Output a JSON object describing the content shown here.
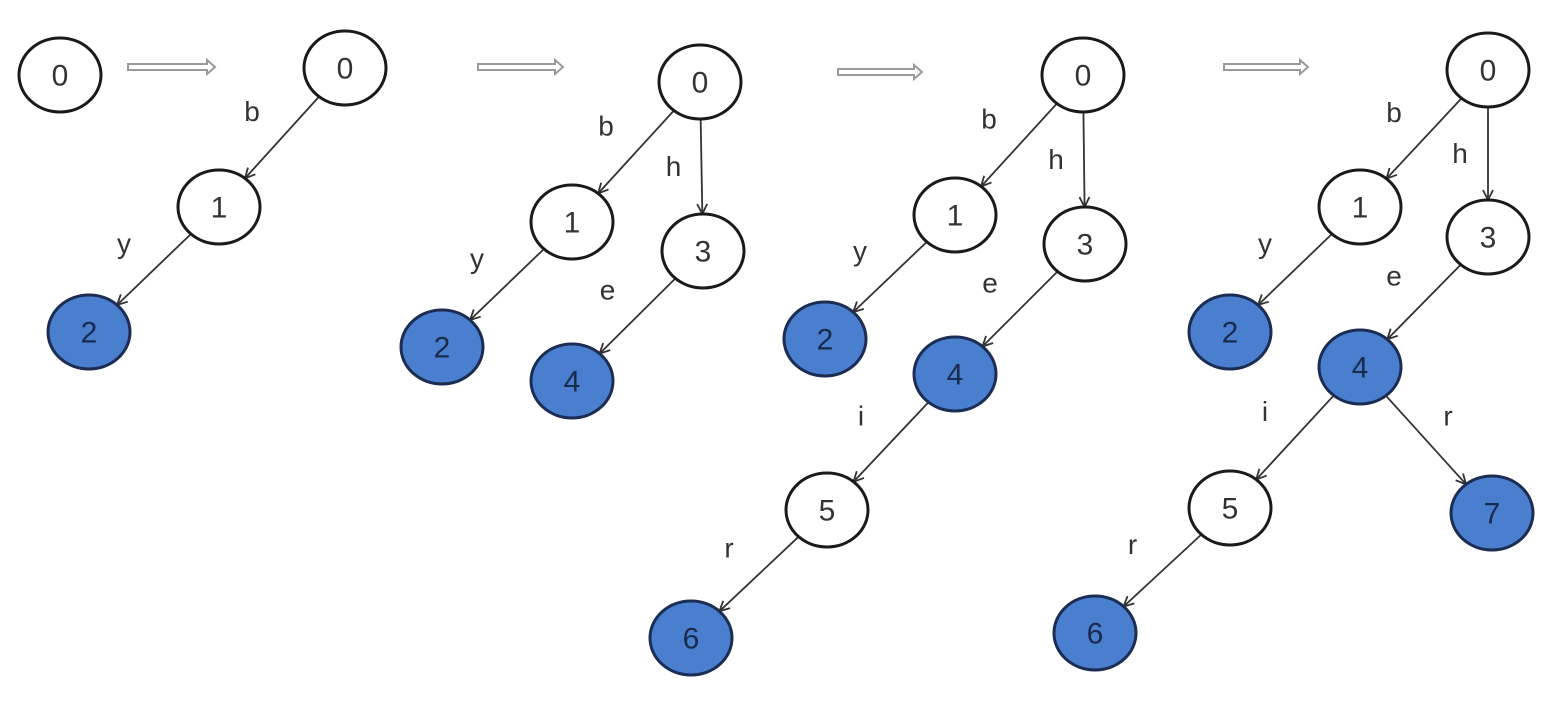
{
  "title": "Trie construction steps",
  "colors": {
    "accept_fill": "#4a7fd0",
    "accept_stroke": "#1b2d52",
    "normal_fill": "#ffffff",
    "edge": "#333333"
  },
  "step_arrow_icon": "double-line-right-arrow",
  "panels": [
    {
      "id": "step-1",
      "nodes": [
        {
          "id": "0",
          "label": "0",
          "accepting": false
        }
      ],
      "edges": []
    },
    {
      "id": "step-2",
      "nodes": [
        {
          "id": "0",
          "label": "0",
          "accepting": false
        },
        {
          "id": "1",
          "label": "1",
          "accepting": false
        },
        {
          "id": "2",
          "label": "2",
          "accepting": true
        }
      ],
      "edges": [
        {
          "from": "0",
          "to": "1",
          "label": "b"
        },
        {
          "from": "1",
          "to": "2",
          "label": "y"
        }
      ]
    },
    {
      "id": "step-3",
      "nodes": [
        {
          "id": "0",
          "label": "0",
          "accepting": false
        },
        {
          "id": "1",
          "label": "1",
          "accepting": false
        },
        {
          "id": "2",
          "label": "2",
          "accepting": true
        },
        {
          "id": "3",
          "label": "3",
          "accepting": false
        },
        {
          "id": "4",
          "label": "4",
          "accepting": true
        }
      ],
      "edges": [
        {
          "from": "0",
          "to": "1",
          "label": "b"
        },
        {
          "from": "1",
          "to": "2",
          "label": "y"
        },
        {
          "from": "0",
          "to": "3",
          "label": "h"
        },
        {
          "from": "3",
          "to": "4",
          "label": "e"
        }
      ]
    },
    {
      "id": "step-4",
      "nodes": [
        {
          "id": "0",
          "label": "0",
          "accepting": false
        },
        {
          "id": "1",
          "label": "1",
          "accepting": false
        },
        {
          "id": "2",
          "label": "2",
          "accepting": true
        },
        {
          "id": "3",
          "label": "3",
          "accepting": false
        },
        {
          "id": "4",
          "label": "4",
          "accepting": true
        },
        {
          "id": "5",
          "label": "5",
          "accepting": false
        },
        {
          "id": "6",
          "label": "6",
          "accepting": true
        }
      ],
      "edges": [
        {
          "from": "0",
          "to": "1",
          "label": "b"
        },
        {
          "from": "1",
          "to": "2",
          "label": "y"
        },
        {
          "from": "0",
          "to": "3",
          "label": "h"
        },
        {
          "from": "3",
          "to": "4",
          "label": "e"
        },
        {
          "from": "4",
          "to": "5",
          "label": "i"
        },
        {
          "from": "5",
          "to": "6",
          "label": "r"
        }
      ]
    },
    {
      "id": "step-5",
      "nodes": [
        {
          "id": "0",
          "label": "0",
          "accepting": false
        },
        {
          "id": "1",
          "label": "1",
          "accepting": false
        },
        {
          "id": "2",
          "label": "2",
          "accepting": true
        },
        {
          "id": "3",
          "label": "3",
          "accepting": false
        },
        {
          "id": "4",
          "label": "4",
          "accepting": true
        },
        {
          "id": "5",
          "label": "5",
          "accepting": false
        },
        {
          "id": "6",
          "label": "6",
          "accepting": true
        },
        {
          "id": "7",
          "label": "7",
          "accepting": true
        }
      ],
      "edges": [
        {
          "from": "0",
          "to": "1",
          "label": "b"
        },
        {
          "from": "1",
          "to": "2",
          "label": "y"
        },
        {
          "from": "0",
          "to": "3",
          "label": "h"
        },
        {
          "from": "3",
          "to": "4",
          "label": "e"
        },
        {
          "from": "4",
          "to": "5",
          "label": "i"
        },
        {
          "from": "5",
          "to": "6",
          "label": "r"
        },
        {
          "from": "4",
          "to": "7",
          "label": "r"
        }
      ]
    }
  ]
}
